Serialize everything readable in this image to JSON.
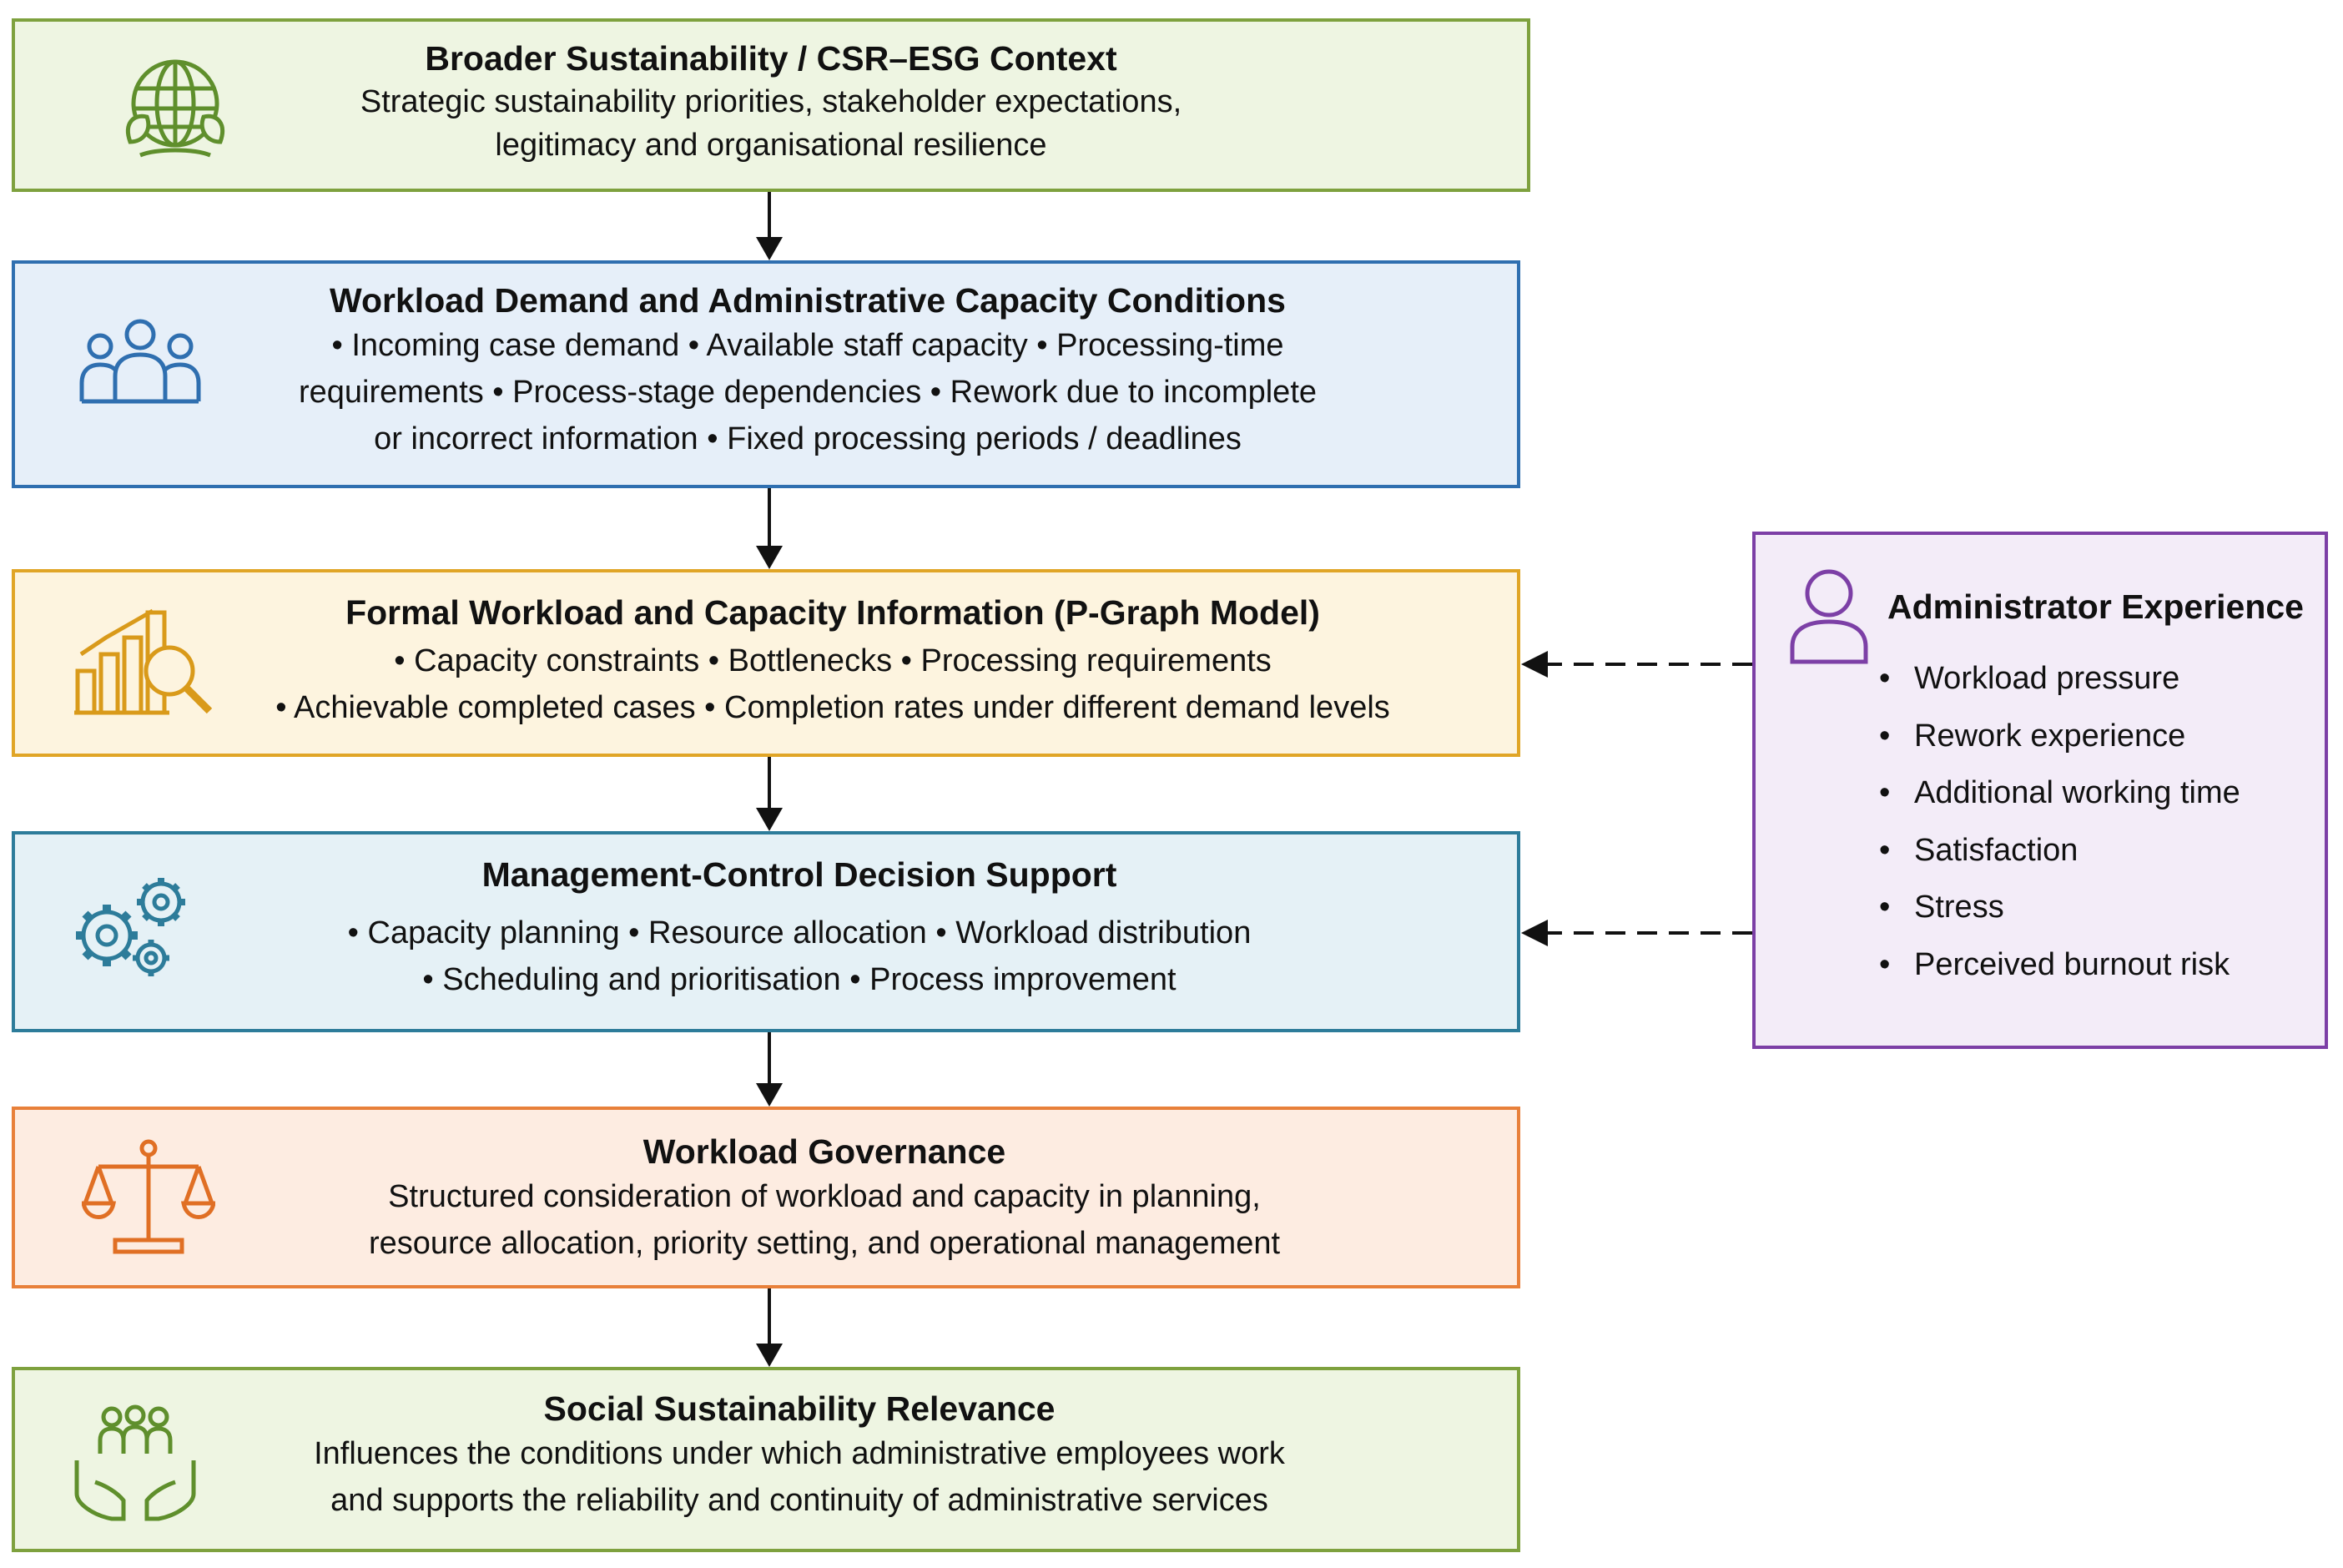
{
  "boxes": [
    {
      "key": "context",
      "title": "Broader Sustainability / CSR–ESG Context",
      "lines": [
        "Strategic sustainability priorities, stakeholder expectations,",
        "legitimacy and organisational resilience"
      ],
      "border": "#7ea13e",
      "fill": "#eef5e2",
      "icon": "globe-leaf-icon"
    },
    {
      "key": "workload-demand",
      "title": "Workload Demand and Administrative Capacity Conditions",
      "lines": [
        "• Incoming case demand    • Available staff capacity    • Processing-time",
        "requirements    • Process-stage dependencies    • Rework due to incomplete",
        "or incorrect information    • Fixed processing periods / deadlines"
      ],
      "border": "#2f6fb0",
      "fill": "#e6eff9",
      "icon": "people-group-icon"
    },
    {
      "key": "formal-information",
      "title": "Formal Workload and Capacity Information (P-Graph Model)",
      "lines": [
        "• Capacity constraints    • Bottlenecks    • Processing requirements",
        "• Achievable completed cases   • Completion rates under different demand levels"
      ],
      "border": "#e0a526",
      "fill": "#fdf4df",
      "icon": "chart-magnifier-icon"
    },
    {
      "key": "decision-support",
      "title": "Management-Control Decision Support",
      "lines": [
        "• Capacity planning    • Resource allocation    • Workload distribution",
        "• Scheduling and prioritisation    • Process improvement"
      ],
      "border": "#2d7c9a",
      "fill": "#e5f1f6",
      "icon": "gears-icon"
    },
    {
      "key": "governance",
      "title": "Workload Governance",
      "lines": [
        "Structured consideration of workload and capacity in planning,",
        "resource allocation, priority setting, and operational management"
      ],
      "border": "#e8803a",
      "fill": "#fdece1",
      "icon": "scales-icon"
    },
    {
      "key": "social",
      "title": "Social Sustainability Relevance",
      "lines": [
        "Influences the conditions under which administrative employees work",
        "and supports the reliability and continuity of administrative services"
      ],
      "border": "#7ea13e",
      "fill": "#eef5e2",
      "icon": "hands-people-icon"
    }
  ],
  "side_panel": {
    "title": "Administrator Experience",
    "items": [
      "Workload pressure",
      "Rework experience",
      "Additional working time",
      "Satisfaction",
      "Stress",
      "Perceived burnout risk"
    ],
    "border": "#7c3fa6",
    "fill": "#f3ecf8",
    "icon": "person-icon"
  },
  "connectors": [
    {
      "from": "context",
      "to": "workload-demand",
      "style": "solid"
    },
    {
      "from": "workload-demand",
      "to": "formal-information",
      "style": "solid"
    },
    {
      "from": "formal-information",
      "to": "decision-support",
      "style": "solid"
    },
    {
      "from": "decision-support",
      "to": "governance",
      "style": "solid"
    },
    {
      "from": "governance",
      "to": "social",
      "style": "solid"
    },
    {
      "from": "side_panel",
      "to": "formal-information",
      "style": "dashed"
    },
    {
      "from": "side_panel",
      "to": "decision-support",
      "style": "dashed"
    }
  ]
}
